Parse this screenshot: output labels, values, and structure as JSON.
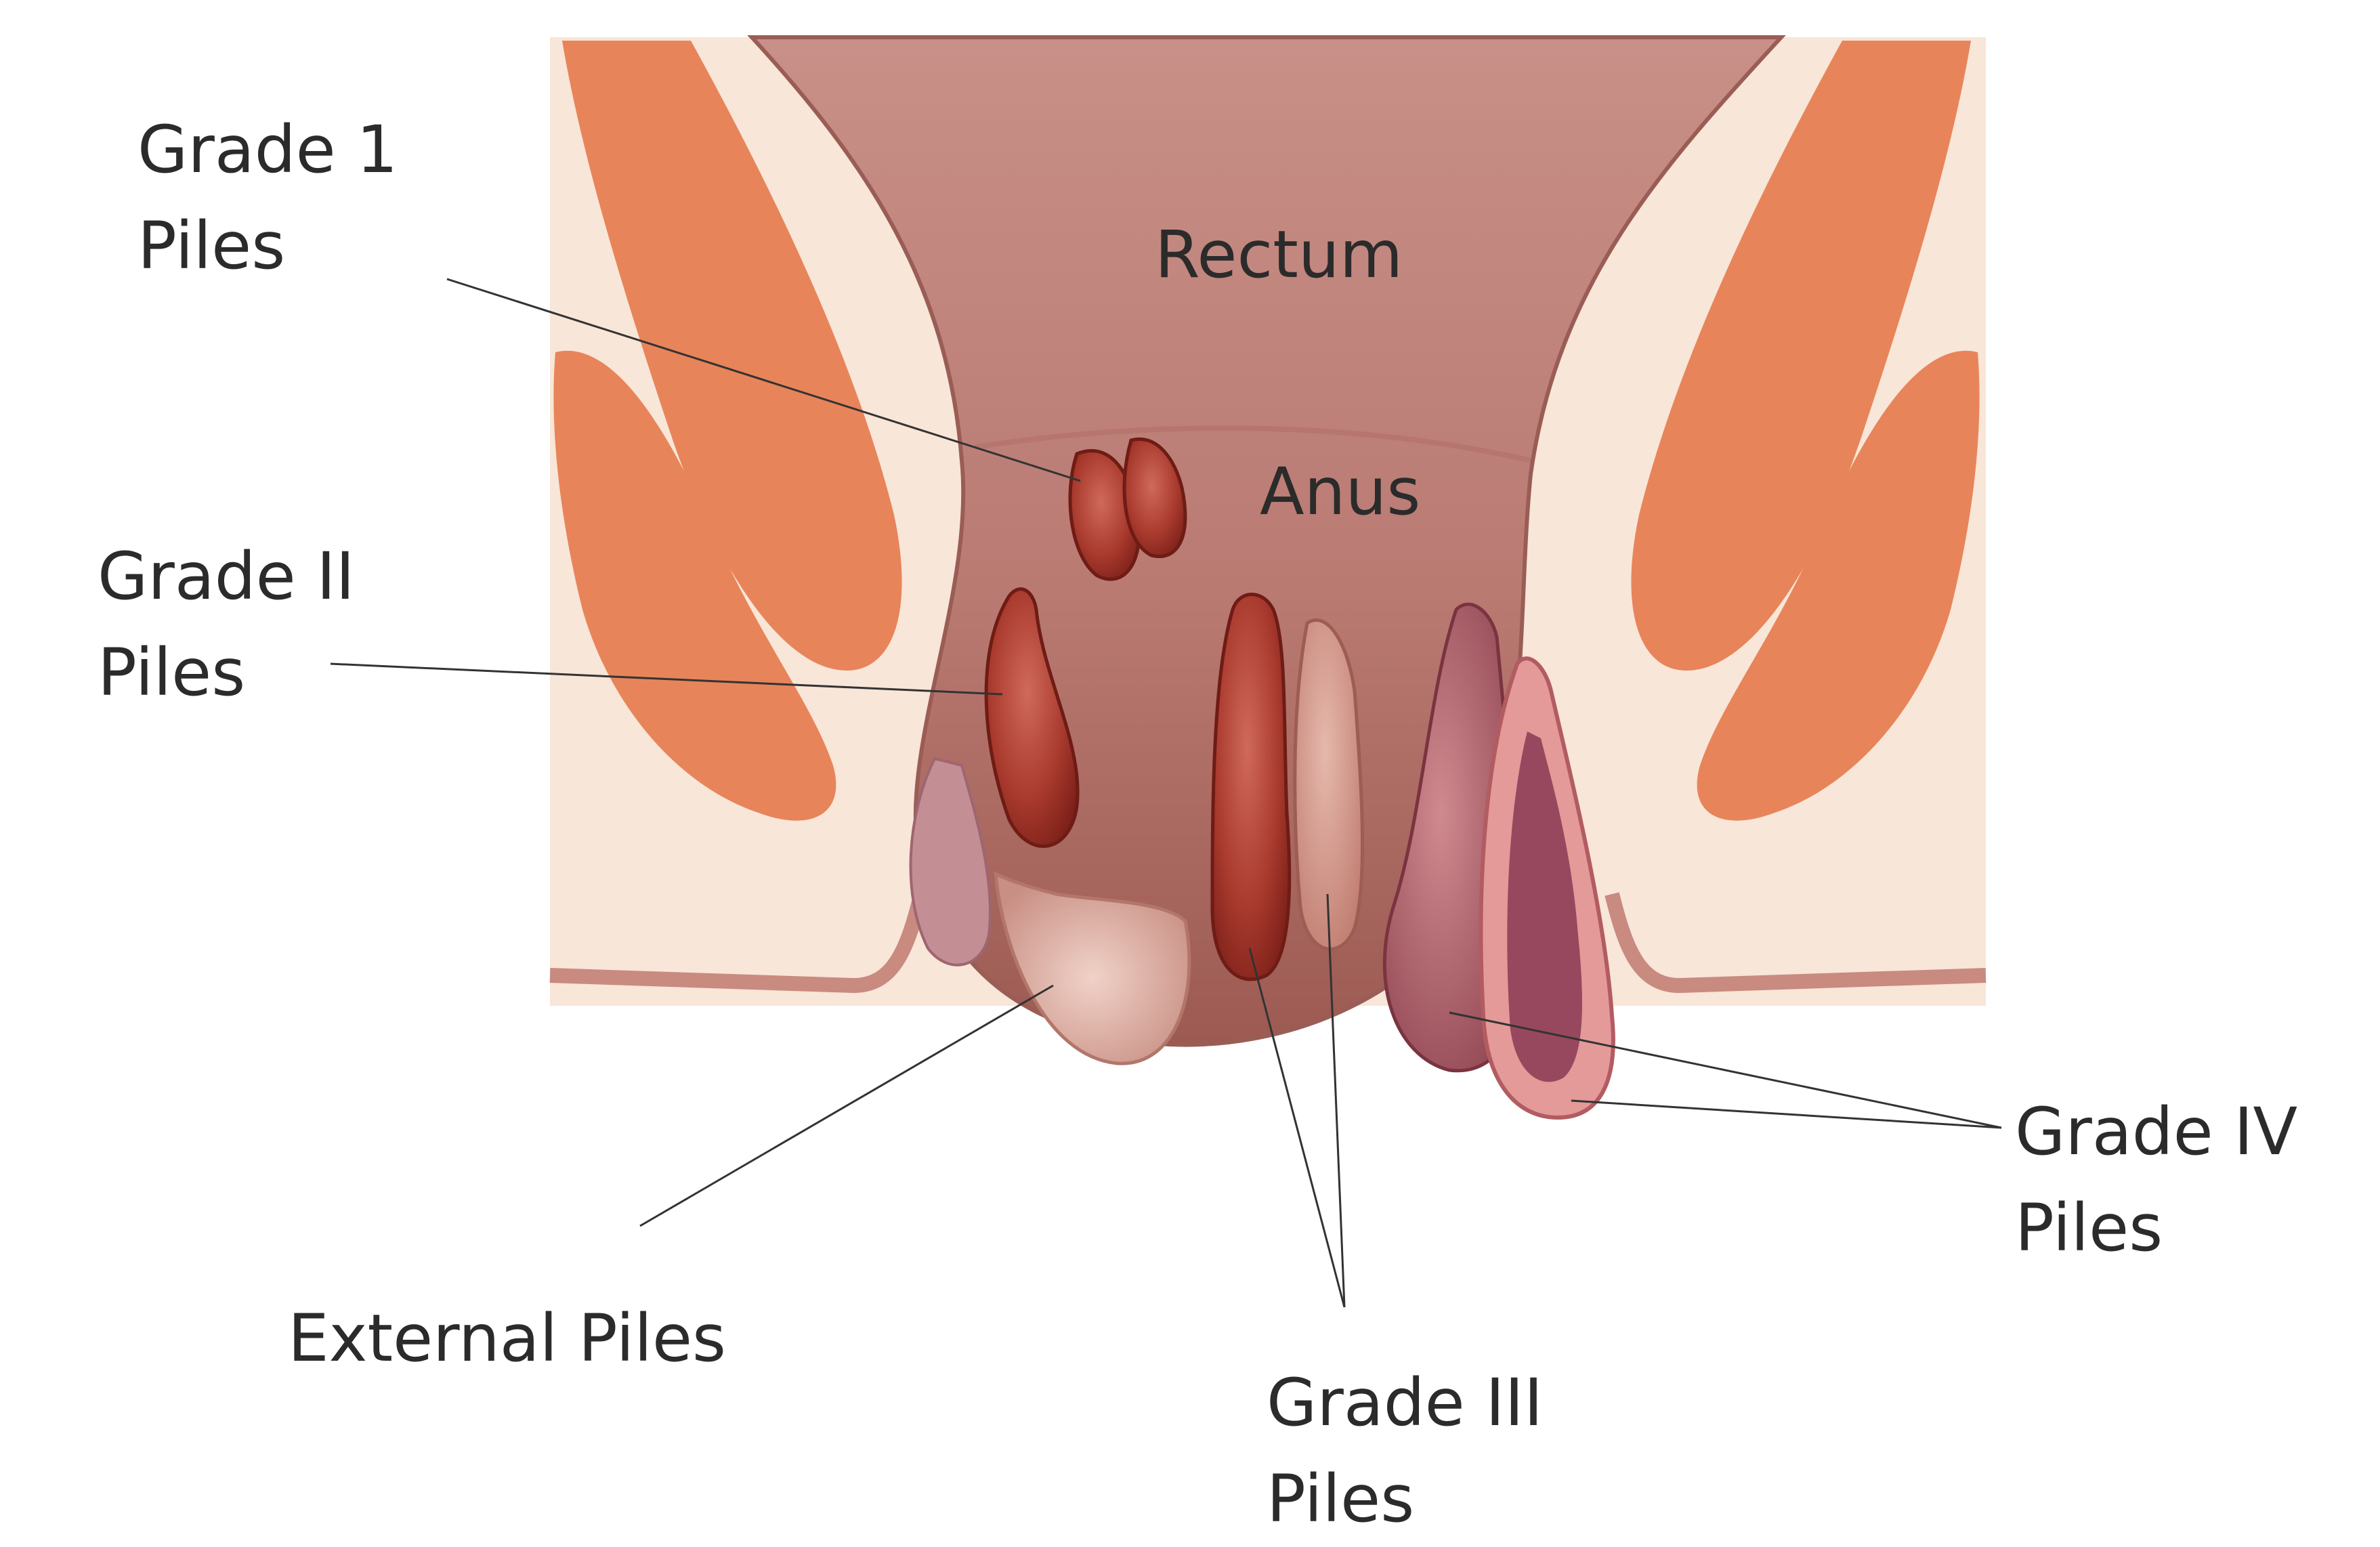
{
  "labels": {
    "grade1": [
      "Grade 1",
      "Piles"
    ],
    "grade2": [
      "Grade II",
      "Piles"
    ],
    "external": "External Piles",
    "grade3": [
      "Grade III",
      "Piles"
    ],
    "grade4": [
      "Grade IV",
      "Piles"
    ],
    "rectum": "Rectum",
    "anus": "Anus"
  },
  "colors": {
    "background": "#ffffff",
    "muscle": "#e8845a",
    "fat": "#f8e6d8",
    "rectal_wall": "#c58a80",
    "anal_canal": "#a9675e",
    "hemorrhoid_dark": "#8f2a22",
    "hemorrhoid_mid": "#b94a3d",
    "hemorrhoid_light": "#d9a59a",
    "prolapsed": "#b0616a",
    "leader_line": "#333333",
    "text": "#2b2b2b"
  }
}
